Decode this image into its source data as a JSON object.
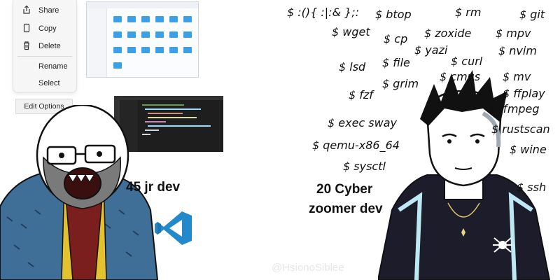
{
  "context_menu": {
    "items": [
      {
        "label": "Share",
        "icon": "share-icon"
      },
      {
        "label": "Copy",
        "icon": "copy-icon"
      },
      {
        "label": "Delete",
        "icon": "trash-icon"
      },
      {
        "label": "Rename",
        "icon": ""
      },
      {
        "label": "Select",
        "icon": ""
      }
    ],
    "edit_options": "Edit Options"
  },
  "left_label": "45 jr dev",
  "right_label": {
    "line1": "20 Cyber",
    "line2": "zoomer dev"
  },
  "commands": [
    "$ :(){ :|:& };:",
    "$ btop",
    "$ rm",
    "$ git",
    "$ wget",
    "$ cp",
    "$ zoxide",
    "$ mpv",
    "$ yazi",
    "$ nvim",
    "$ lsd",
    "$ file",
    "$ curl",
    "$ cmus",
    "$ mv",
    "$ grim",
    "$ fzf",
    "$ ffplay",
    "$ ffmpeg",
    "$ exec sway",
    "$ rustscan",
    "$ qemu-x86_64",
    "$ wine",
    "$ sysctl",
    "$ ssh"
  ],
  "watermark": "@HsionoSiblee",
  "colors": {
    "vscode_blue": "#2489ca",
    "folder_blue": "#3aa0e8",
    "editor_bg": "#1e1e1e"
  }
}
